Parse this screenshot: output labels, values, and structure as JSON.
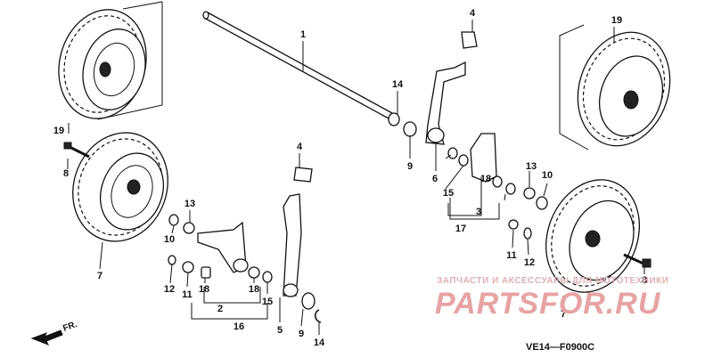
{
  "diagram": {
    "code": "VE14—F0900C",
    "direction_label": "FR.",
    "watermark": {
      "top_line": "ЗАПЧАСТИ И АКСЕССУАРЫ ДЛЯ МОТОТЕХНИКИ",
      "brand": "PARTSFOR.RU"
    },
    "callouts": {
      "c1": "1",
      "c2": "2",
      "c3": "3",
      "c4a": "4",
      "c4b": "4",
      "c5": "5",
      "c6": "6",
      "c7a": "7",
      "c7b": "7",
      "c8a": "8",
      "c8b": "8",
      "c9a": "9",
      "c9b": "9",
      "c10a": "10",
      "c10b": "10",
      "c11a": "11",
      "c11b": "11",
      "c12a": "12",
      "c12b": "12",
      "c13a": "13",
      "c13b": "13",
      "c14a": "14",
      "c14b": "14",
      "c15a": "15",
      "c15b": "15",
      "c16": "16",
      "c17": "17",
      "c18a": "18",
      "c18b": "18",
      "c18c": "18",
      "c19a": "19",
      "c19b": "19"
    }
  }
}
